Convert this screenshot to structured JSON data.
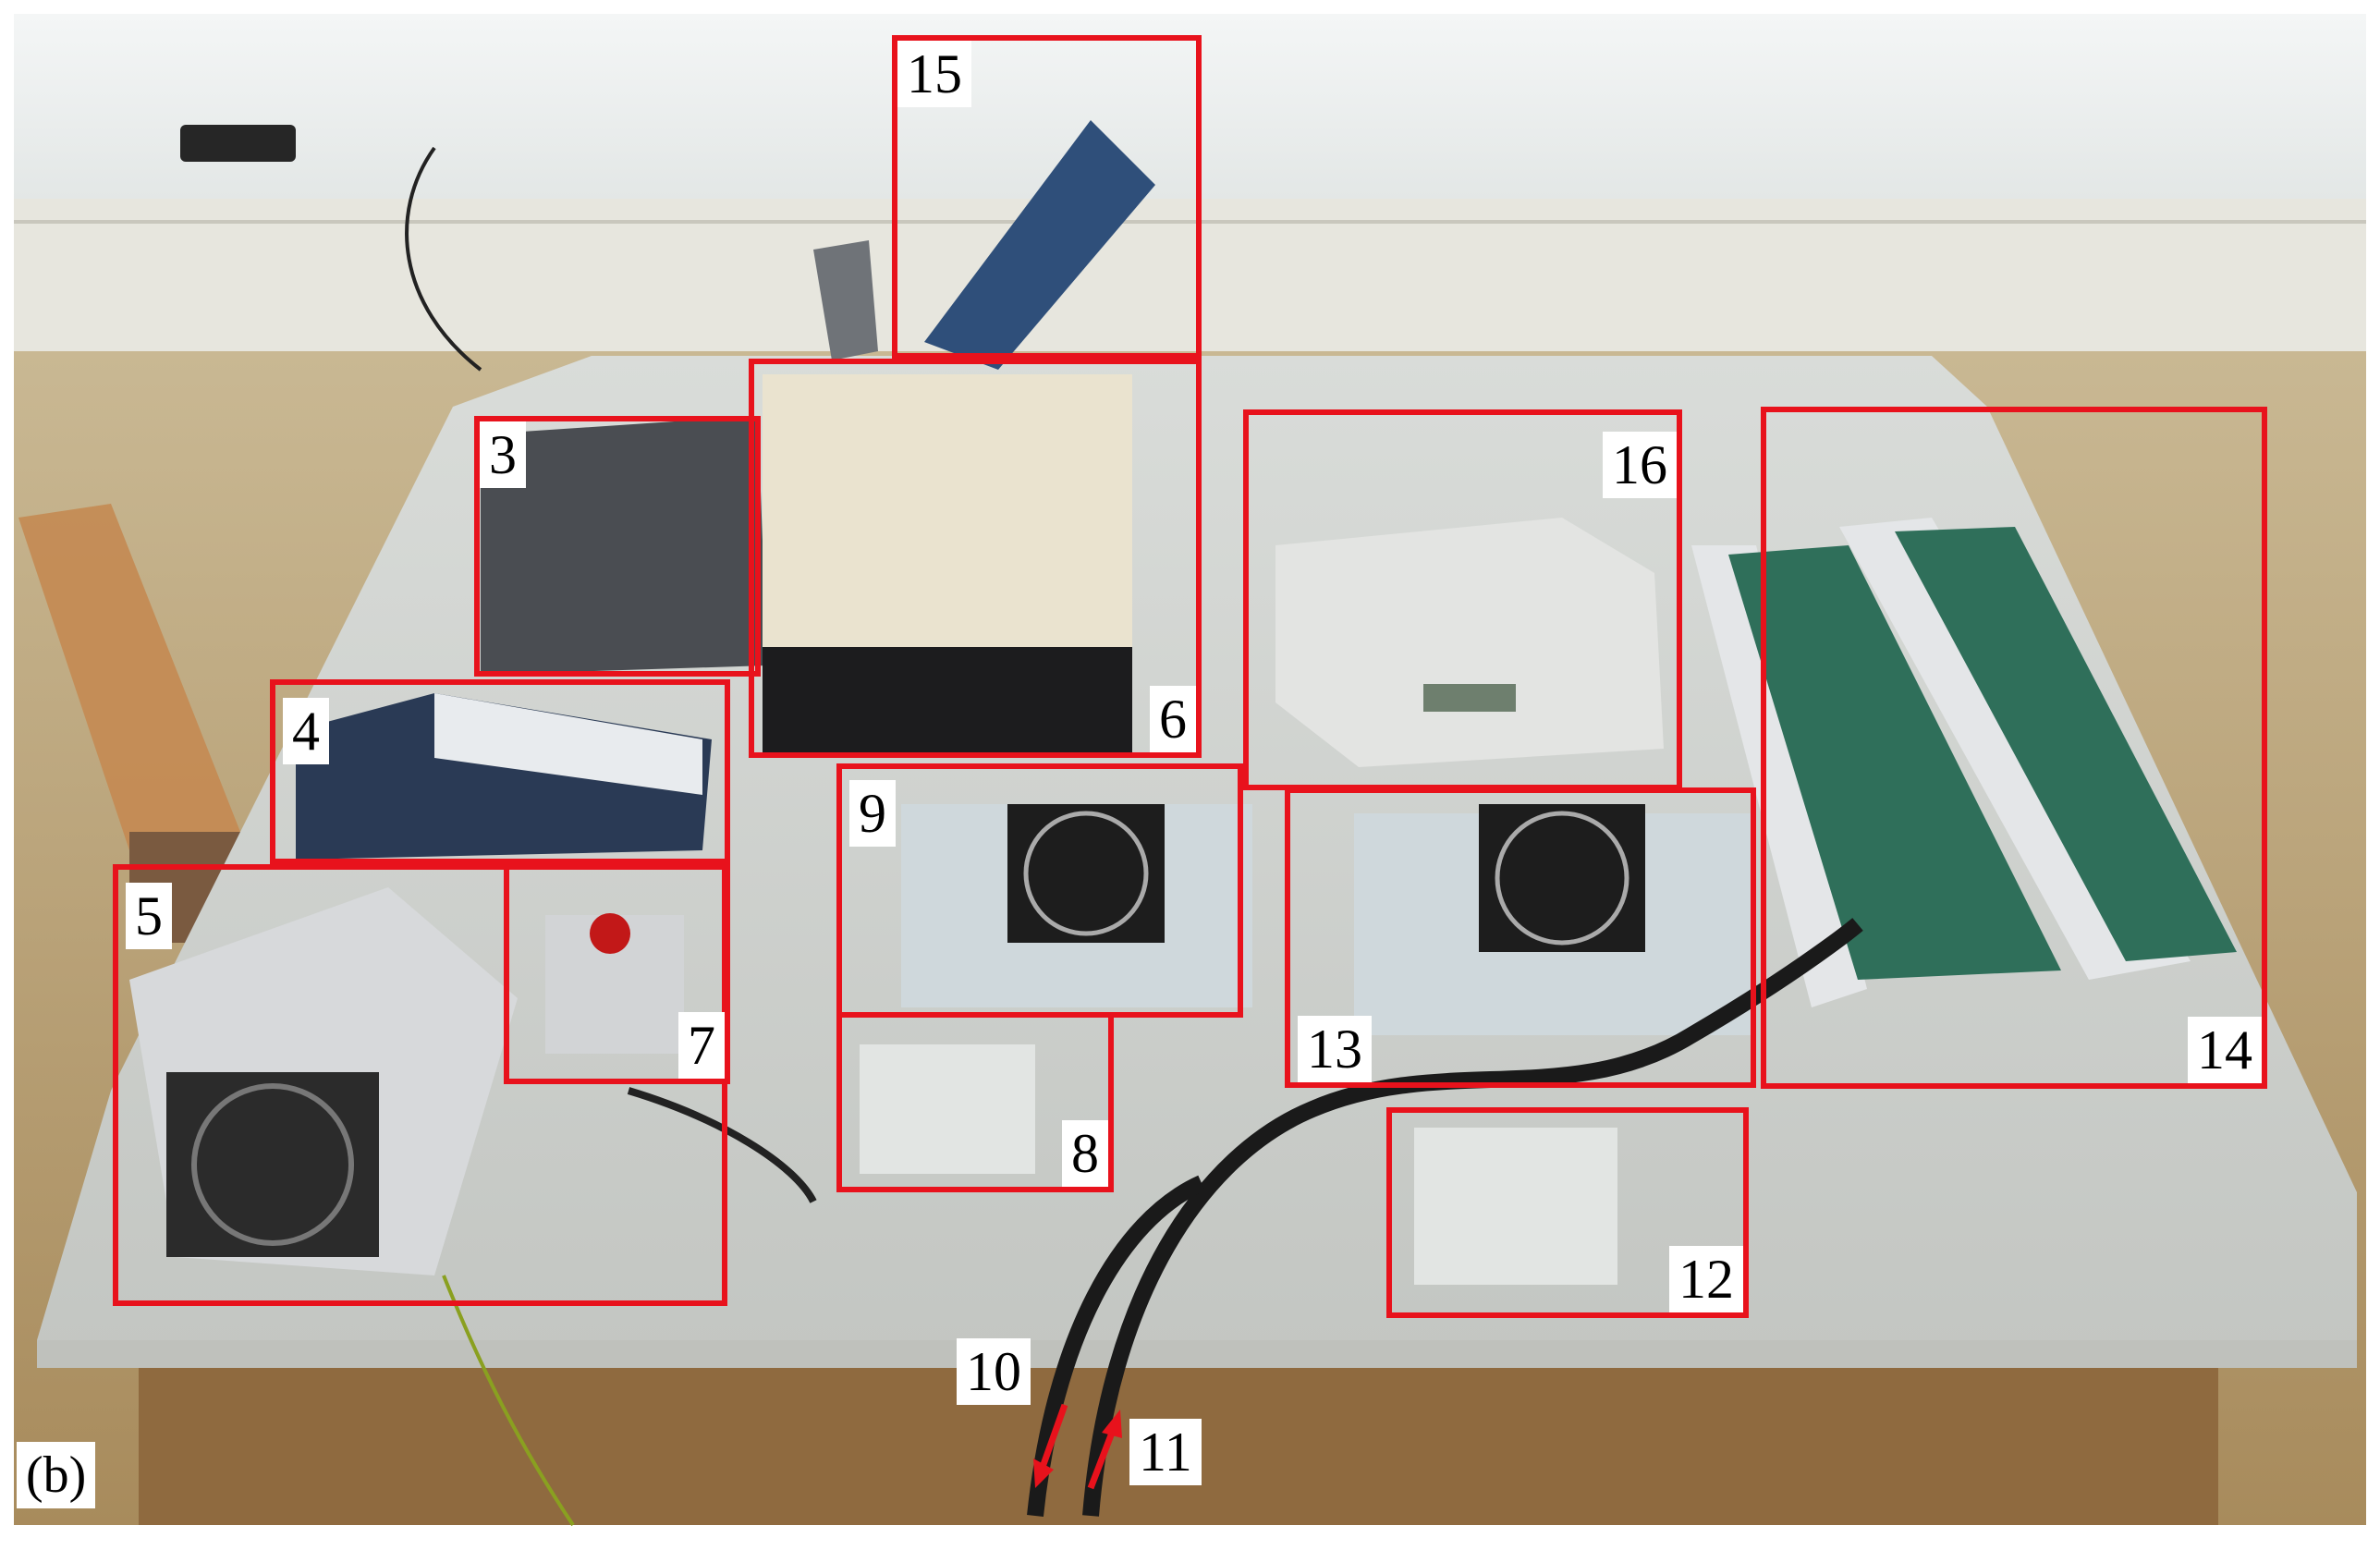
{
  "panel_label": "(b)",
  "callouts": {
    "c3": "3",
    "c4": "4",
    "c5": "5",
    "c6": "6",
    "c7": "7",
    "c8": "8",
    "c9": "9",
    "c10": "10",
    "c11": "11",
    "c12": "12",
    "c13": "13",
    "c14": "14",
    "c15": "15",
    "c16": "16"
  },
  "colors": {
    "frame": "#e8121c",
    "arrow": "#e8121c",
    "label_bg": "#ffffff"
  }
}
